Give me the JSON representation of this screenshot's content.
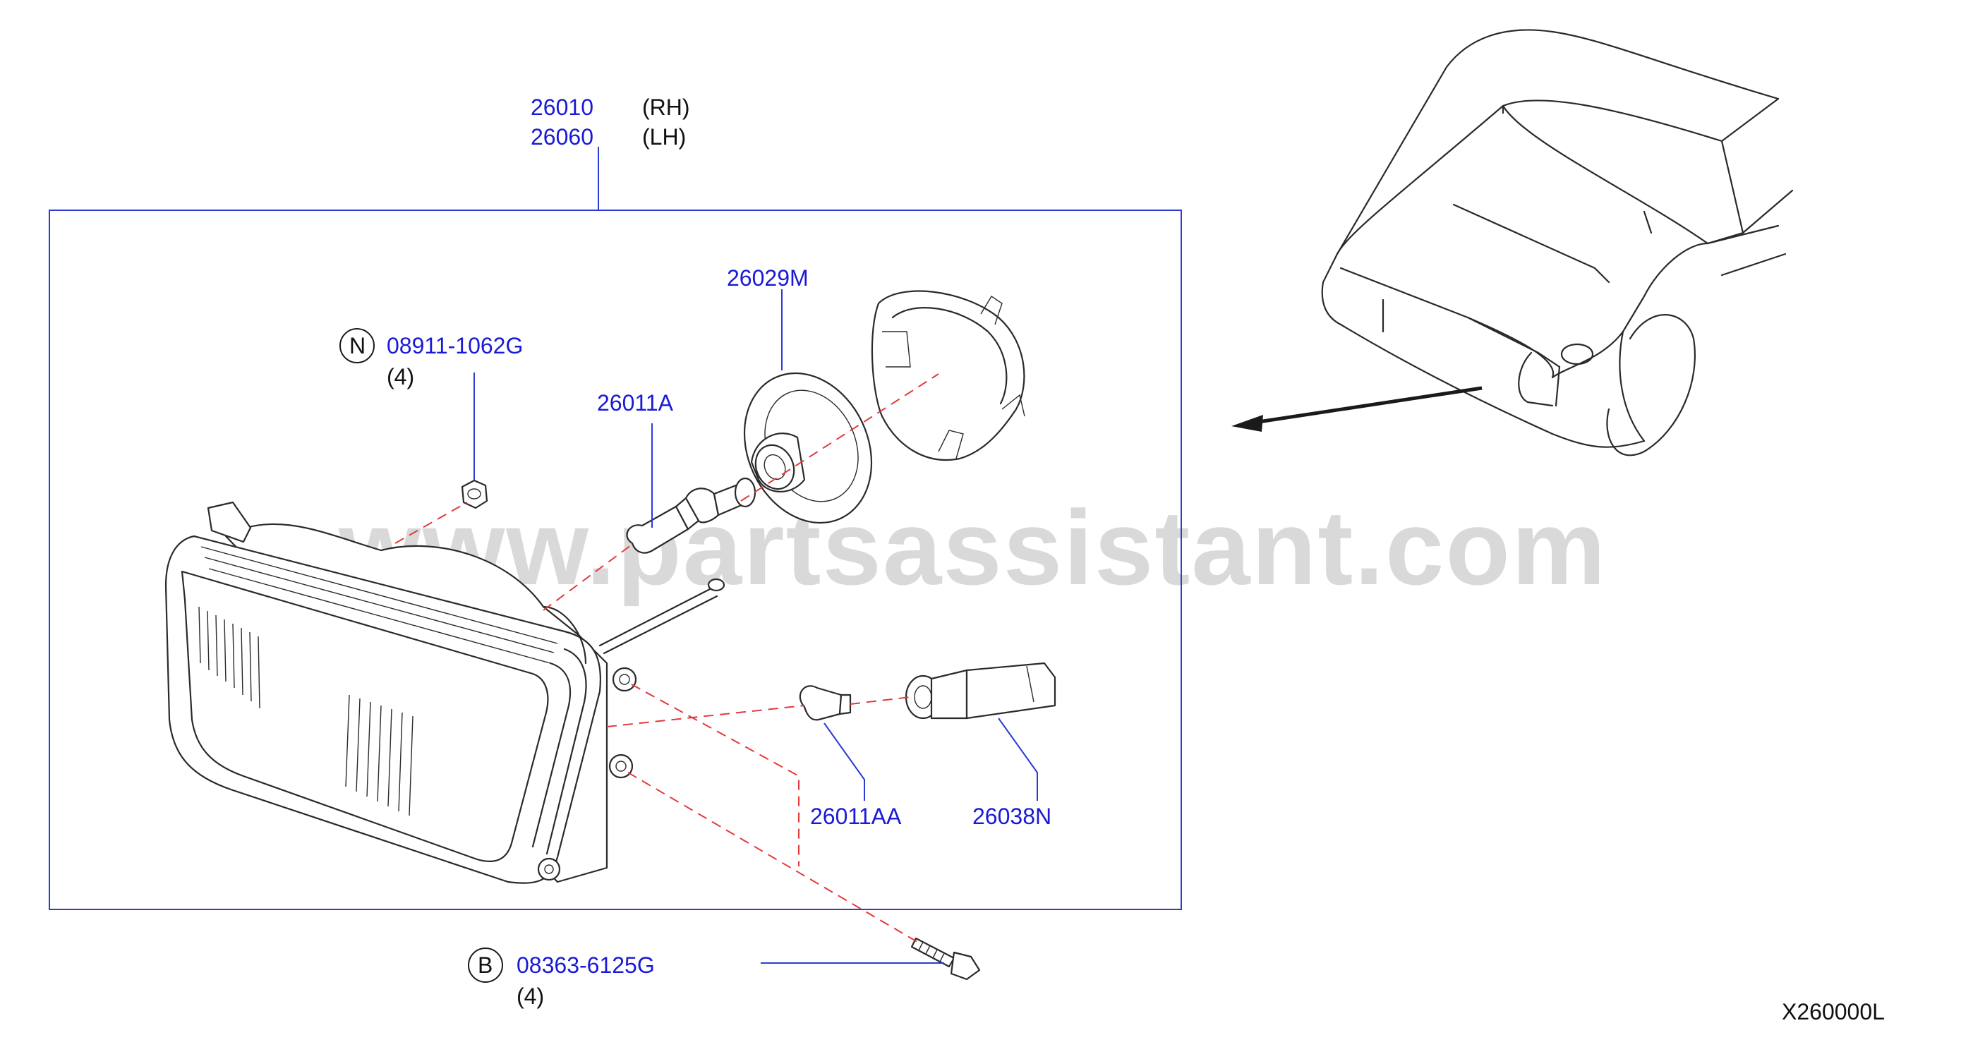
{
  "watermark": "www.partsassistant.com",
  "diagram_code": "X260000L",
  "callouts": {
    "headlamp_rh": {
      "part_no": "26010",
      "side": "(RH)"
    },
    "headlamp_lh": {
      "part_no": "26060",
      "side": "(LH)"
    },
    "bulb_socket": {
      "part_no": "26029M"
    },
    "nut": {
      "marker": "N",
      "part_no": "08911-1062G",
      "qty": "(4)"
    },
    "bulb": {
      "part_no": "26011A"
    },
    "small_bulb": {
      "part_no": "26011AA"
    },
    "socket": {
      "part_no": "26038N"
    },
    "bolt": {
      "marker": "B",
      "part_no": "08363-6125G",
      "qty": "(4)"
    }
  },
  "colors": {
    "callout_text": "#1a1ad6",
    "leader": "#2b3bd4",
    "dashed_guide": "#e23a3a",
    "watermark": "#d9d9d9"
  }
}
